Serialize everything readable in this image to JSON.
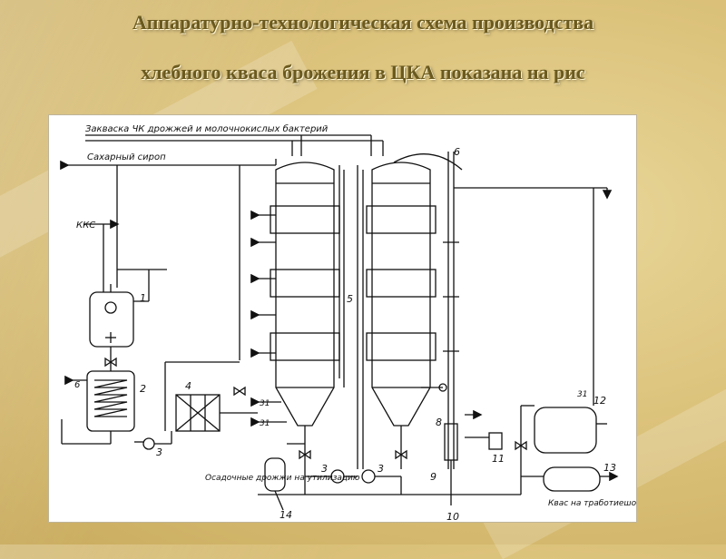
{
  "title_lines": [
    "Аппаратурно-технологическая схема производства",
    "хлебного кваса брожения в ЦКА показана на рис"
  ],
  "diagram": {
    "labels": {
      "feed_yeast": "Закваска ЧК дрожжей и молочнокислых бактерий",
      "sugar_syrup": "Сахарный сироп",
      "kvass_concentrate": "ККС",
      "waste_yeast": "Осадочные дрожжи на утилизацию",
      "kvass_out": "Квас на тработиешо"
    },
    "numbers": {
      "n1": "1",
      "n2": "2",
      "n3": "3",
      "n4": "4",
      "n5": "5",
      "n6": "6",
      "n8": "8",
      "n9": "9",
      "n10": "10",
      "n11": "11",
      "n12": "12",
      "n13": "13",
      "n14": "14",
      "n31": "31",
      "nb": "6"
    }
  }
}
